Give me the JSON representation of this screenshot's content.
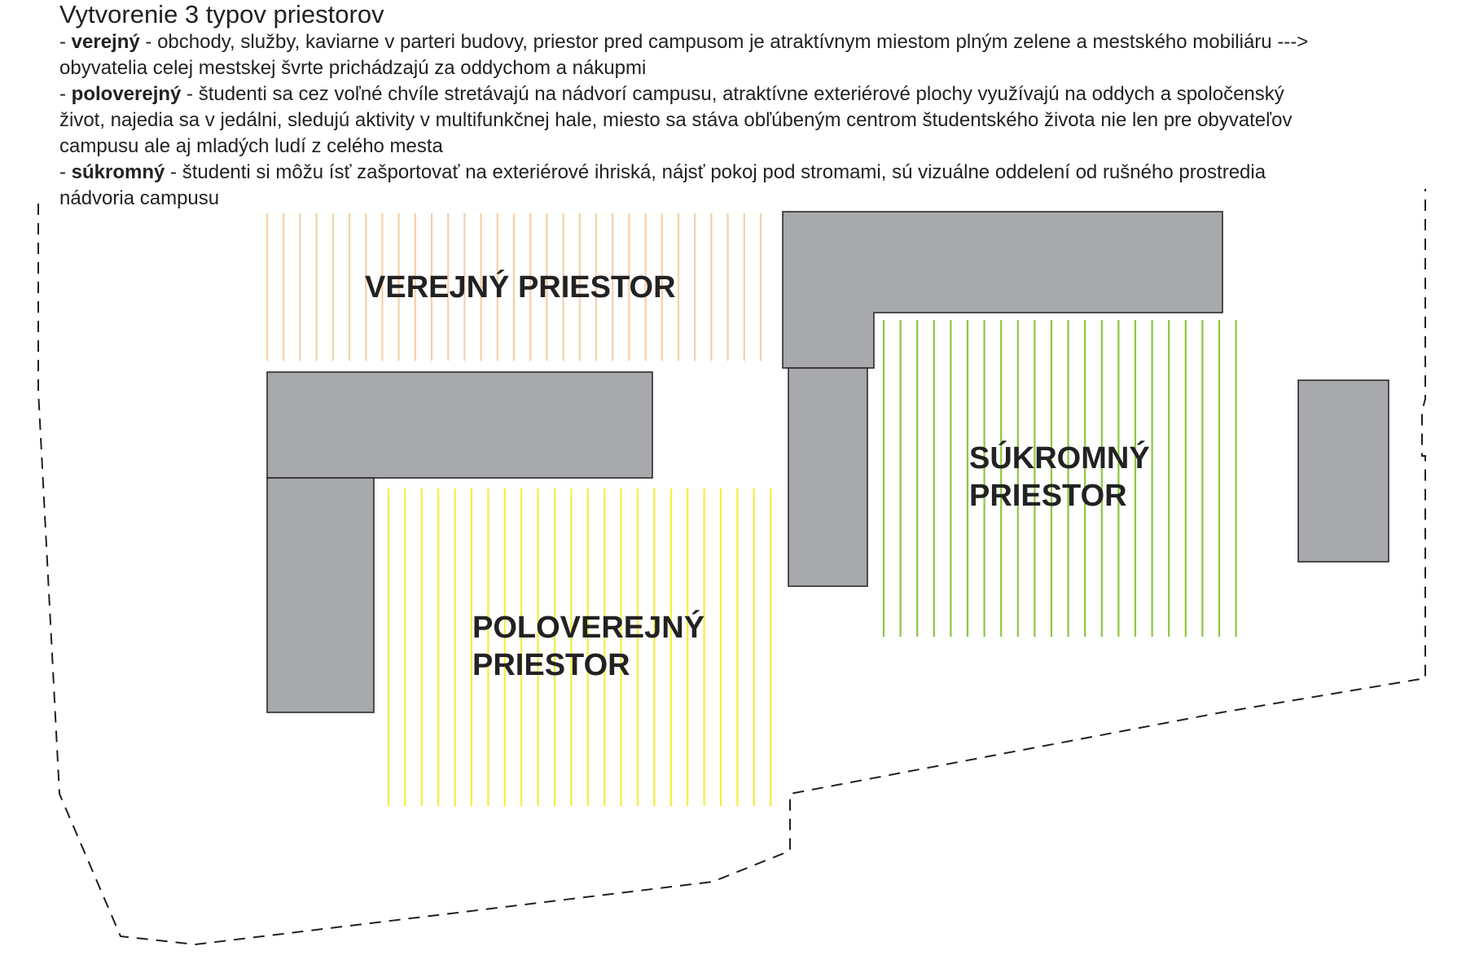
{
  "title": "Vytvorenie 3 typov priestorov",
  "descriptions": [
    {
      "prefix": "- ",
      "term": "verejný",
      "line1": " - obchody, služby, kaviarne v parteri budovy, priestor pred campusom je atraktívnym miestom plným zelene a mestského mobiliáru --->",
      "line2": "obyvatelia celej mestskej švrte prichádzajú za oddychom a nákupmi",
      "line3": ""
    },
    {
      "prefix": "- ",
      "term": "poloverejný",
      "line1": " - študenti sa cez voľné chvíle stretávajú na nádvorí campusu, atraktívne exteriérové plochy využívajú na oddych a spoločenský",
      "line2": "život, najedia sa v jedálni, sledujú aktivity v multifunkčnej hale, miesto sa stáva obľúbeným centrom študentského života nie len pre obyvateľov",
      "line3": "campusu ale aj mladých ludí z celého mesta"
    },
    {
      "prefix": "- ",
      "term": "súkromný",
      "line1": " - študenti si môžu ísť zašportovať na exteriérové ihriská, nájsť pokoj pod stromami, sú vizuálne oddelení od rušného prostredia",
      "line2": "nádvoria campusu",
      "line3": ""
    }
  ],
  "zones": {
    "public": {
      "line1": "VEREJNÝ PRIESTOR",
      "line2": "",
      "color": "#f7cfa9"
    },
    "semipublic": {
      "line1": "POLOVEREJNÝ",
      "line2": "PRIESTOR",
      "color": "#f3ee3c"
    },
    "private": {
      "line1": "SÚKROMNÝ",
      "line2": "PRIESTOR",
      "color": "#8cc63e"
    }
  },
  "colors": {
    "building_fill": "#a7a9ac",
    "building_stroke": "#231f20",
    "boundary": "#231f20",
    "text": "#222222"
  }
}
